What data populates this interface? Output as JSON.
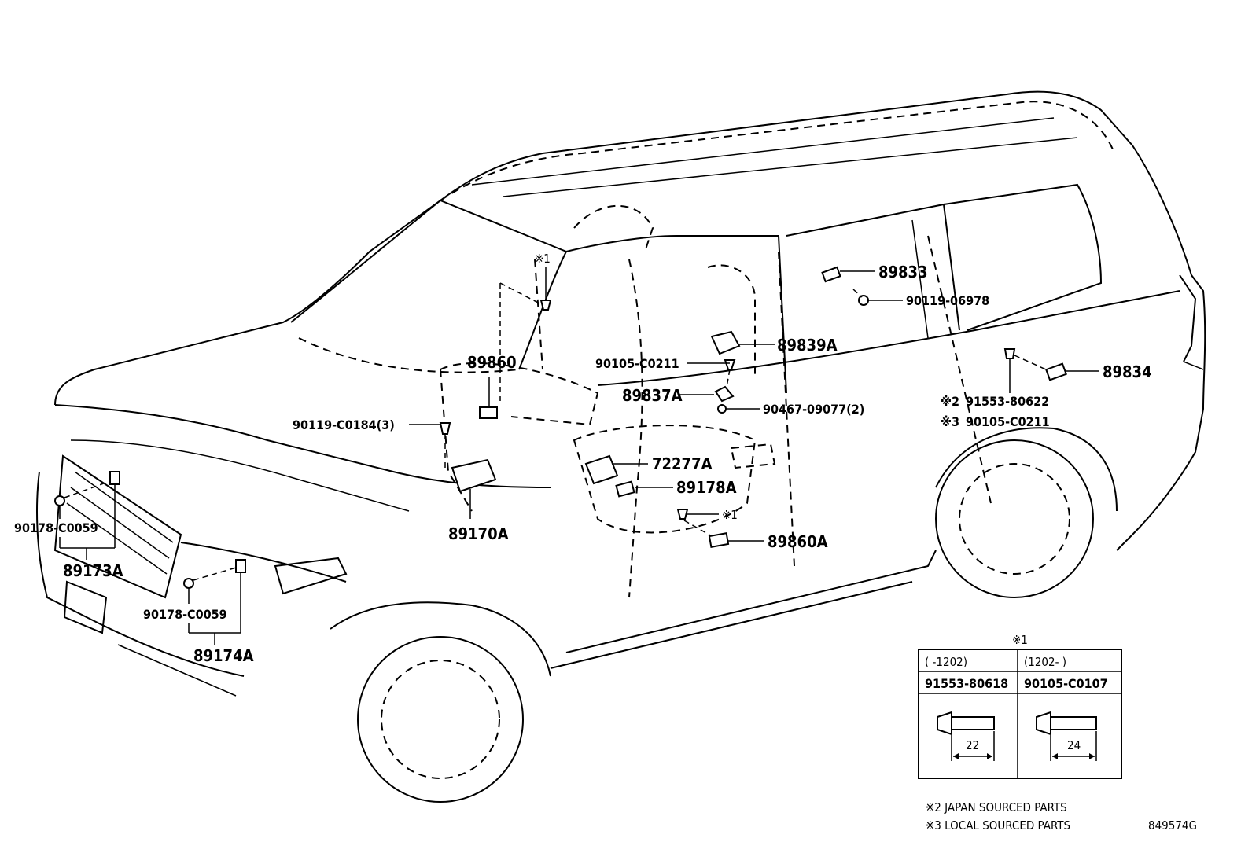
{
  "callouts": {
    "p89833": "89833",
    "p90119_06978": "90119-06978",
    "p89839A": "89839A",
    "p90105_C0211": "90105-C0211",
    "p89834": "89834",
    "p89837A": "89837A",
    "p90467_09077": "90467-09077(2)",
    "p91553_80622": "91553-80622",
    "p90105_C0211_b": "90105-C0211",
    "mark2": "※2",
    "mark3": "※3",
    "p89860": "89860",
    "mark1_top": "※1",
    "p90119_C0184": "90119-C0184(3)",
    "p72277A": "72277A",
    "p89178A": "89178A",
    "mark1_mid": "※1",
    "p89860A": "89860A",
    "p89170A": "89170A",
    "p90178_C0059_a": "90178-C0059",
    "p89173A": "89173A",
    "p90178_C0059_b": "90178-C0059",
    "p89174A": "89174A"
  },
  "table": {
    "mark": "※1",
    "col1_header": "(    -1202)",
    "col2_header": "(1202-    )",
    "col1_part": "91553-80618",
    "col2_part": "90105-C0107",
    "col1_length": "22",
    "col2_length": "24"
  },
  "notes": {
    "note2": "※2 JAPAN SOURCED PARTS",
    "note3": "※3 LOCAL SOURCED PARTS",
    "diagram_code": "849574G"
  }
}
